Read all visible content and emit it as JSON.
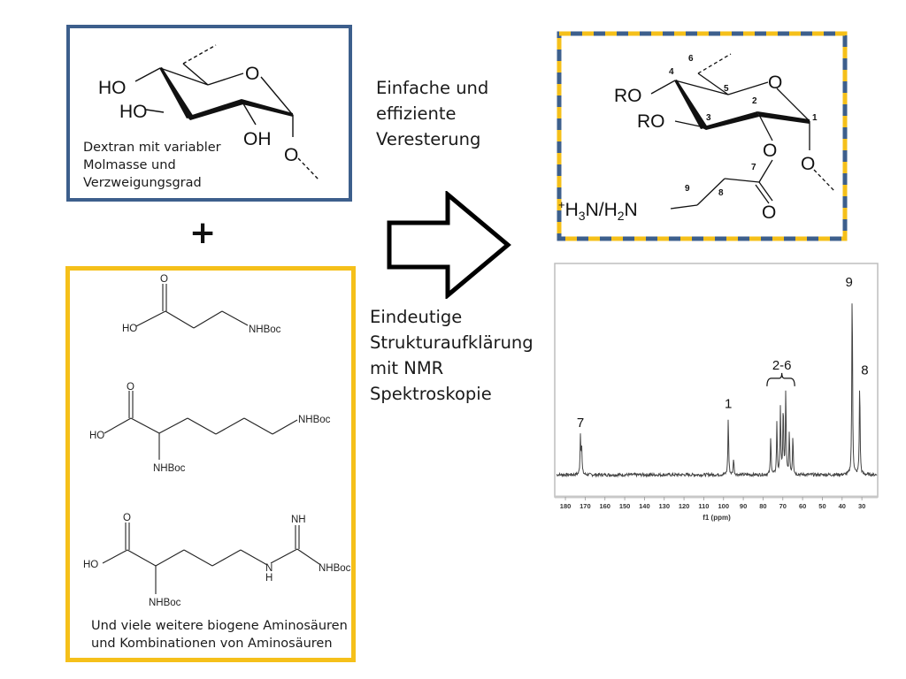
{
  "colors": {
    "dextran_border": "#3d5f8c",
    "amino_border": "#f5c01a",
    "product_border_a": "#3d5f8c",
    "product_border_b": "#f5c01a",
    "spectrum_line": "#444444",
    "frame": "#bdbdbd"
  },
  "dextran": {
    "labels": {
      "ho1": "HO",
      "ho2": "HO",
      "oh": "OH",
      "ring_o": "O",
      "glyco_o": "O"
    },
    "caption_lines": [
      "Dextran mit variabler",
      "Molmasse und",
      "Verzweigungsgrad"
    ]
  },
  "plus_sign": "+",
  "amino_acids": {
    "beta_alanine": {
      "o": "O",
      "ho": "HO",
      "nhboc": "NHBoc"
    },
    "lysine": {
      "o": "O",
      "ho": "HO",
      "nhboc_side": "NHBoc",
      "nhboc_alpha": "NHBoc"
    },
    "arginine": {
      "o": "O",
      "ho": "HO",
      "nh": "NH",
      "n": "N",
      "h": "H",
      "nhboc_side": "NHBoc",
      "nhboc_alpha": "NHBoc"
    },
    "caption_lines": [
      "Und viele weitere biogene Aminosäuren",
      "und Kombinationen von Aminosäuren"
    ]
  },
  "middle": {
    "step1_lines": [
      "Einfache und",
      "effiziente",
      "Veresterung"
    ],
    "step2_lines": [
      "Eindeutige",
      "Strukturaufklärung",
      "mit NMR",
      "Spektroskopie"
    ],
    "arrow_icon": "right-arrow-outline-icon"
  },
  "product": {
    "labels": {
      "ro1": "RO",
      "ro2": "RO",
      "ring_o": "O",
      "ester_o": "O",
      "carbonyl_o": "O",
      "glyco_o": "O",
      "amine_plus": "+",
      "amine": "H",
      "amine_sub3": "3",
      "amine_mid": "N/H",
      "amine_sub2": "2",
      "amine_end": "N"
    },
    "atom_numbers": [
      "1",
      "2",
      "3",
      "4",
      "5",
      "6",
      "7",
      "8",
      "9"
    ]
  },
  "chart_data": {
    "type": "line",
    "title": "",
    "xlabel": "f1 (ppm)",
    "ylabel": "",
    "xlim": [
      185.4,
      22
    ],
    "x_reversed": true,
    "ylim": [
      -12,
      105
    ],
    "grid": false,
    "x_ticks": [
      180,
      170,
      160,
      150,
      140,
      130,
      120,
      110,
      100,
      90,
      80,
      70,
      60,
      50,
      40,
      30
    ],
    "peaks": [
      {
        "ppm": 172.4,
        "intensity": 20
      },
      {
        "ppm": 171.8,
        "intensity": 14
      },
      {
        "ppm": 97.6,
        "intensity": 30
      },
      {
        "ppm": 94.9,
        "intensity": 9
      },
      {
        "ppm": 76.1,
        "intensity": 20
      },
      {
        "ppm": 73.0,
        "intensity": 27
      },
      {
        "ppm": 71.2,
        "intensity": 36
      },
      {
        "ppm": 69.8,
        "intensity": 36
      },
      {
        "ppm": 68.5,
        "intensity": 44
      },
      {
        "ppm": 66.7,
        "intensity": 22
      },
      {
        "ppm": 64.9,
        "intensity": 21
      },
      {
        "ppm": 34.9,
        "intensity": 100
      },
      {
        "ppm": 31.1,
        "intensity": 49
      }
    ],
    "annotations": [
      {
        "text": "7",
        "ppm": 172.4
      },
      {
        "text": "1",
        "ppm": 97.6
      },
      {
        "text": "2-6",
        "ppm": 70.5,
        "bracket_from": 78,
        "bracket_to": 64
      },
      {
        "text": "9",
        "ppm": 36.5
      },
      {
        "text": "8",
        "ppm": 28.5
      }
    ]
  }
}
